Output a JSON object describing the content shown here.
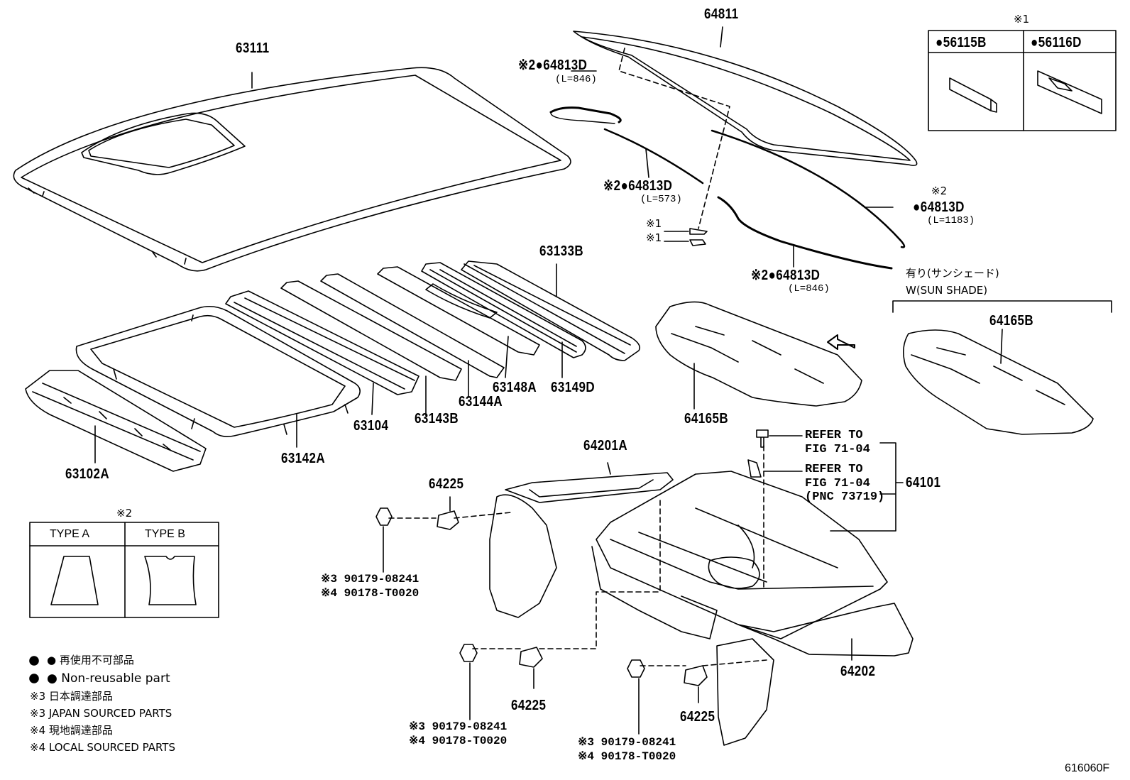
{
  "figure_id": "616060F",
  "parts": {
    "p63111": "63111",
    "p64811": "64811",
    "p64813d_a": "※2●64813D",
    "p64813d_a_len": "(L=846)",
    "p64813d_b": "※2●64813D",
    "p64813d_b_len": "(L=573)",
    "p64813d_c_mark": "※2",
    "p64813d_c": "●64813D",
    "p64813d_c_len": "(L=1183)",
    "p64813d_d": "※2●64813D",
    "p64813d_d_len": "(L=846)",
    "clip1": "※1",
    "clip2": "※1",
    "p63133b": "63133B",
    "p63104": "63104",
    "p63143b": "63143B",
    "p63144a": "63144A",
    "p63148a": "63148A",
    "p63149d": "63149D",
    "p63142a": "63142A",
    "p63102a": "63102A",
    "p64165b_left": "64165B",
    "p64165b_right": "64165B",
    "sunshade_jp": "有り(サンシェード)",
    "sunshade_en": "W(SUN SHADE)",
    "p64201a": "64201A",
    "p64225_top": "64225",
    "p64225_mid": "64225",
    "p64225_right": "64225",
    "p64101": "64101",
    "p64202": "64202",
    "ref1_line1": "REFER TO",
    "ref1_line2": "FIG 71-04",
    "ref2_line1": "REFER TO",
    "ref2_line2": "FIG 71-04",
    "ref2_line3": "(PNC 73719)",
    "nut1_l1": "※3 90179-08241",
    "nut1_l2": "※4 90178-T0020",
    "nut2_l1": "※3 90179-08241",
    "nut2_l2": "※4 90178-T0020",
    "nut3_l1": "※3 90179-08241",
    "nut3_l2": "※4 90178-T0020"
  },
  "inset_clips": {
    "mark": "※1",
    "col1": "●56115B",
    "col2": "●56116D"
  },
  "inset_types": {
    "mark": "※2",
    "type_a": "TYPE A",
    "type_b": "TYPE B"
  },
  "legend": {
    "l1": "● 再使用不可部品",
    "l2": "● Non-reusable part",
    "l3": "※3 日本調達部品",
    "l4": "※3 JAPAN SOURCED PARTS",
    "l5": "※4 現地調達部品",
    "l6": "※4 LOCAL SOURCED PARTS"
  }
}
